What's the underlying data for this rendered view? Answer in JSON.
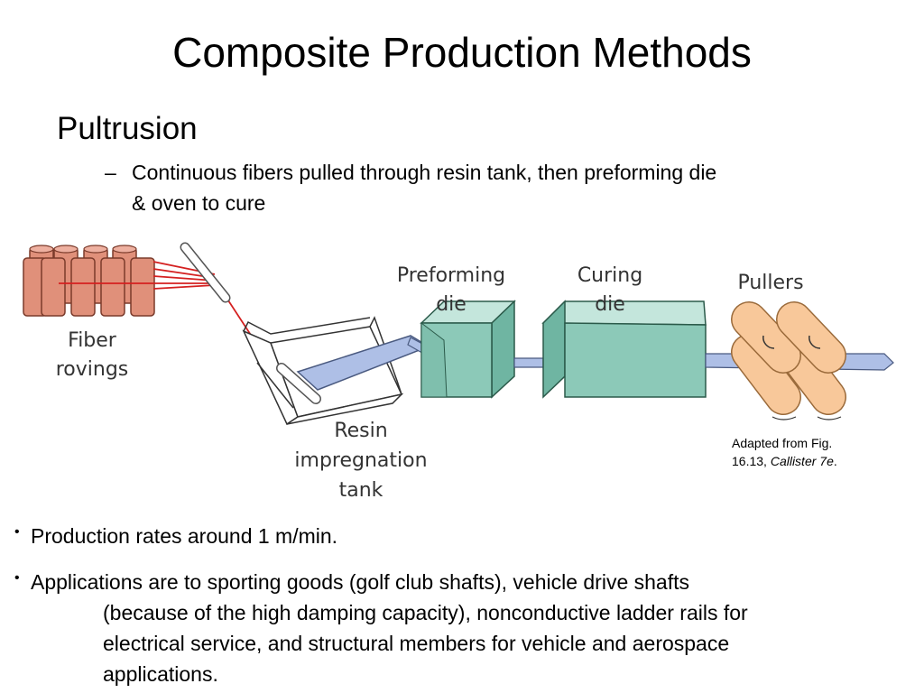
{
  "title": "Composite Production Methods",
  "subtitle": "Pultrusion",
  "sub_bullet": {
    "marker": "–",
    "line1": "Continuous fibers pulled through resin tank, then preforming die",
    "line2": "& oven to cure"
  },
  "diagram": {
    "labels": {
      "fiber_line1": "Fiber",
      "fiber_line2": "rovings",
      "preform_line1": "Preforming",
      "preform_line2": "die",
      "curing_line1": "Curing",
      "curing_line2": "die",
      "pullers": "Pullers",
      "resin_line1": "Resin",
      "resin_line2": "impregnation",
      "resin_line3": "tank"
    },
    "colors": {
      "roving_fill": "#e0907a",
      "roving_stroke": "#7a3a2a",
      "fiber_red": "#d42020",
      "die_fill": "#8cc9b8",
      "die_top": "#c4e6dc",
      "die_stroke": "#2b5a4a",
      "strip_fill": "#aebfe6",
      "strip_stroke": "#4a5a80",
      "roller_fill": "#f8c89a",
      "roller_stroke": "#9a6a3a",
      "tank_stroke": "#333333"
    }
  },
  "credit": {
    "line1": "Adapted from Fig.",
    "line2_prefix": "16.13, ",
    "line2_italic": "Callister 7e",
    "line2_suffix": "."
  },
  "bullets": [
    {
      "marker": "•",
      "text": "Production rates around 1 m/min."
    },
    {
      "marker": "•",
      "line1": "Applications are to sporting goods (golf club shafts), vehicle drive shafts",
      "line2": "(because of the high damping capacity), nonconductive ladder rails for",
      "line3": "electrical service, and structural members for vehicle and aerospace",
      "line4": "applications."
    }
  ]
}
